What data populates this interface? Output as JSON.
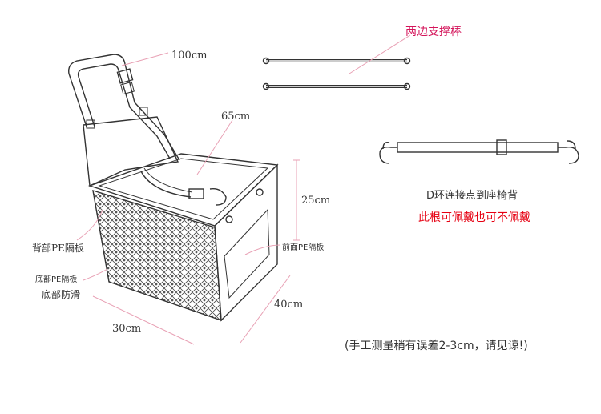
{
  "labels": {
    "strap_length": "100cm",
    "top_width": "65cm",
    "height": "25cm",
    "depth": "40cm",
    "width": "30cm",
    "side_rods": "两边支撑棒",
    "d_ring_note": "D环连接点到座椅背",
    "optional_note": "此根可佩戴也可不佩戴",
    "back_board": "背部PE隔板",
    "front_board": "前面PE隔板",
    "bottom_board": "底部PE隔板",
    "anti_slip": "底部防滑",
    "measure_note": "(手工测量稍有误差2-3cm，请见谅!)"
  },
  "colors": {
    "line": "#333333",
    "leader": "#e8a0b4",
    "accent_pink": "#d4145a",
    "accent_red": "#e60012"
  }
}
